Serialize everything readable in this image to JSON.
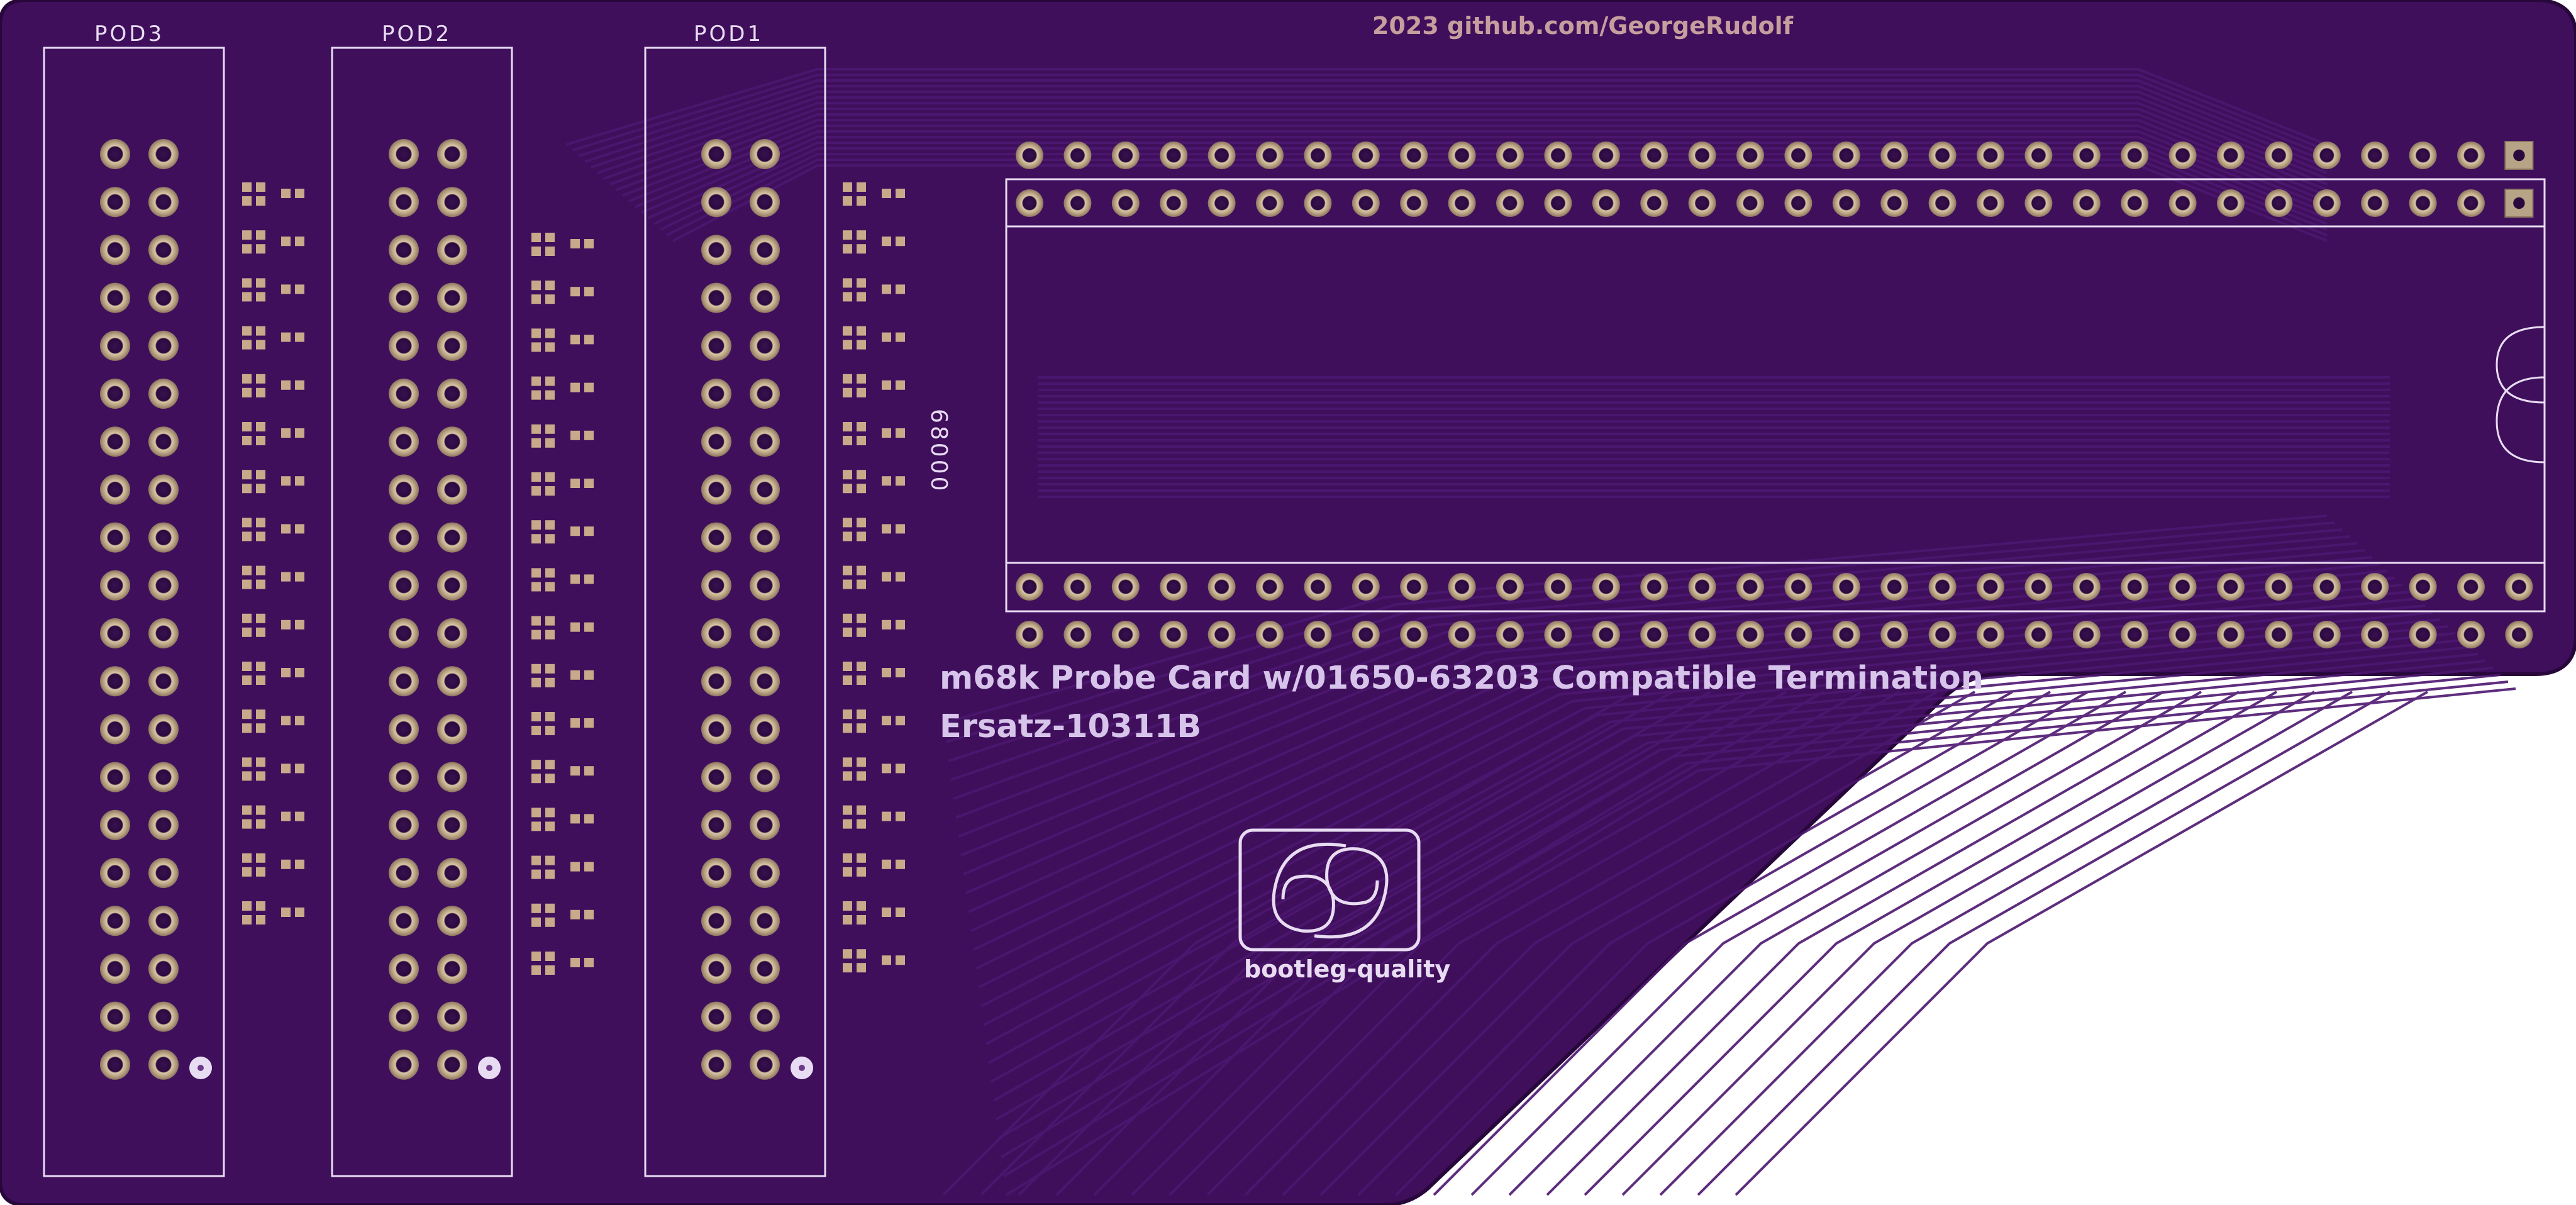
{
  "credit": "2023 github.com/GeorgeRudolf",
  "pods": [
    {
      "label": "POD3"
    },
    {
      "label": "POD2"
    },
    {
      "label": "POD1"
    }
  ],
  "chip_label": "68000",
  "title_line1": "m68k Probe Card w/01650-63203 Compatible Termination",
  "title_line2": "Ersatz-10311B",
  "logo_caption": "bootleg-quality",
  "colors": {
    "board": "#3f0f5c",
    "silkscreen": "#e8dcf2",
    "pad_ring": "#b7a386",
    "pad_hole": "#2a0a3e",
    "credit_text": "#c79e9e",
    "title_text": "#d7c4ea"
  }
}
